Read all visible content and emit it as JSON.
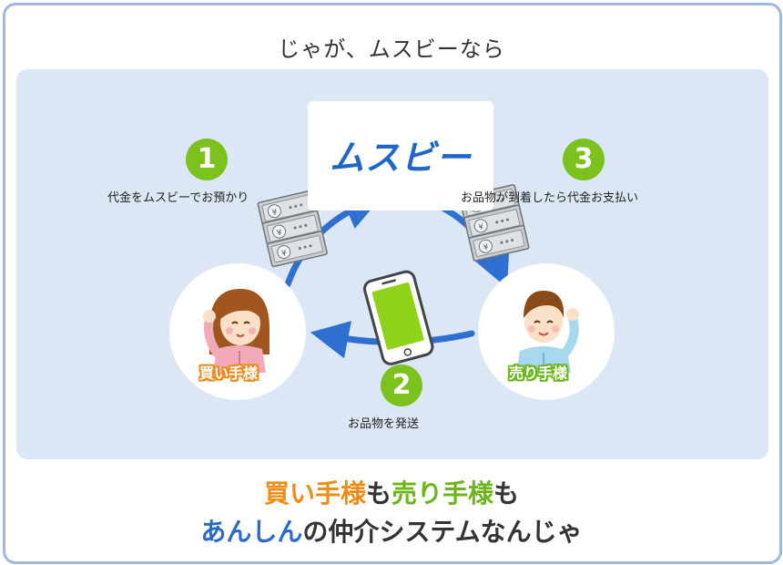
{
  "title": "じゃが、ムスビーなら",
  "logo": "ムスビー",
  "steps": [
    {
      "number": "1",
      "label": "代金をムスビーでお預かり"
    },
    {
      "number": "2",
      "label": "お品物を発送"
    },
    {
      "number": "3",
      "label": "お品物が到着したら代金お支払い"
    }
  ],
  "roles": {
    "buyer": "買い手様",
    "seller": "売り手様"
  },
  "bottom": {
    "line1": [
      {
        "text": "買い手様",
        "color": "orange"
      },
      {
        "text": "も",
        "color": "dark"
      },
      {
        "text": "売り手様",
        "color": "green"
      },
      {
        "text": "も",
        "color": "dark"
      }
    ],
    "line2": [
      {
        "text": "あんしん",
        "color": "blue"
      },
      {
        "text": "の仲介システムなんじゃ",
        "color": "dark"
      }
    ]
  },
  "colors": {
    "accent_green": "#7cc21e",
    "arrow_blue": "#2f6fd0",
    "buyer_orange": "#f08c10",
    "panel_bg": "#dce7f5"
  },
  "icons": [
    "banknotes-icon",
    "smartphone-icon",
    "girl-avatar-icon",
    "boy-avatar-icon",
    "arrow-icon"
  ]
}
